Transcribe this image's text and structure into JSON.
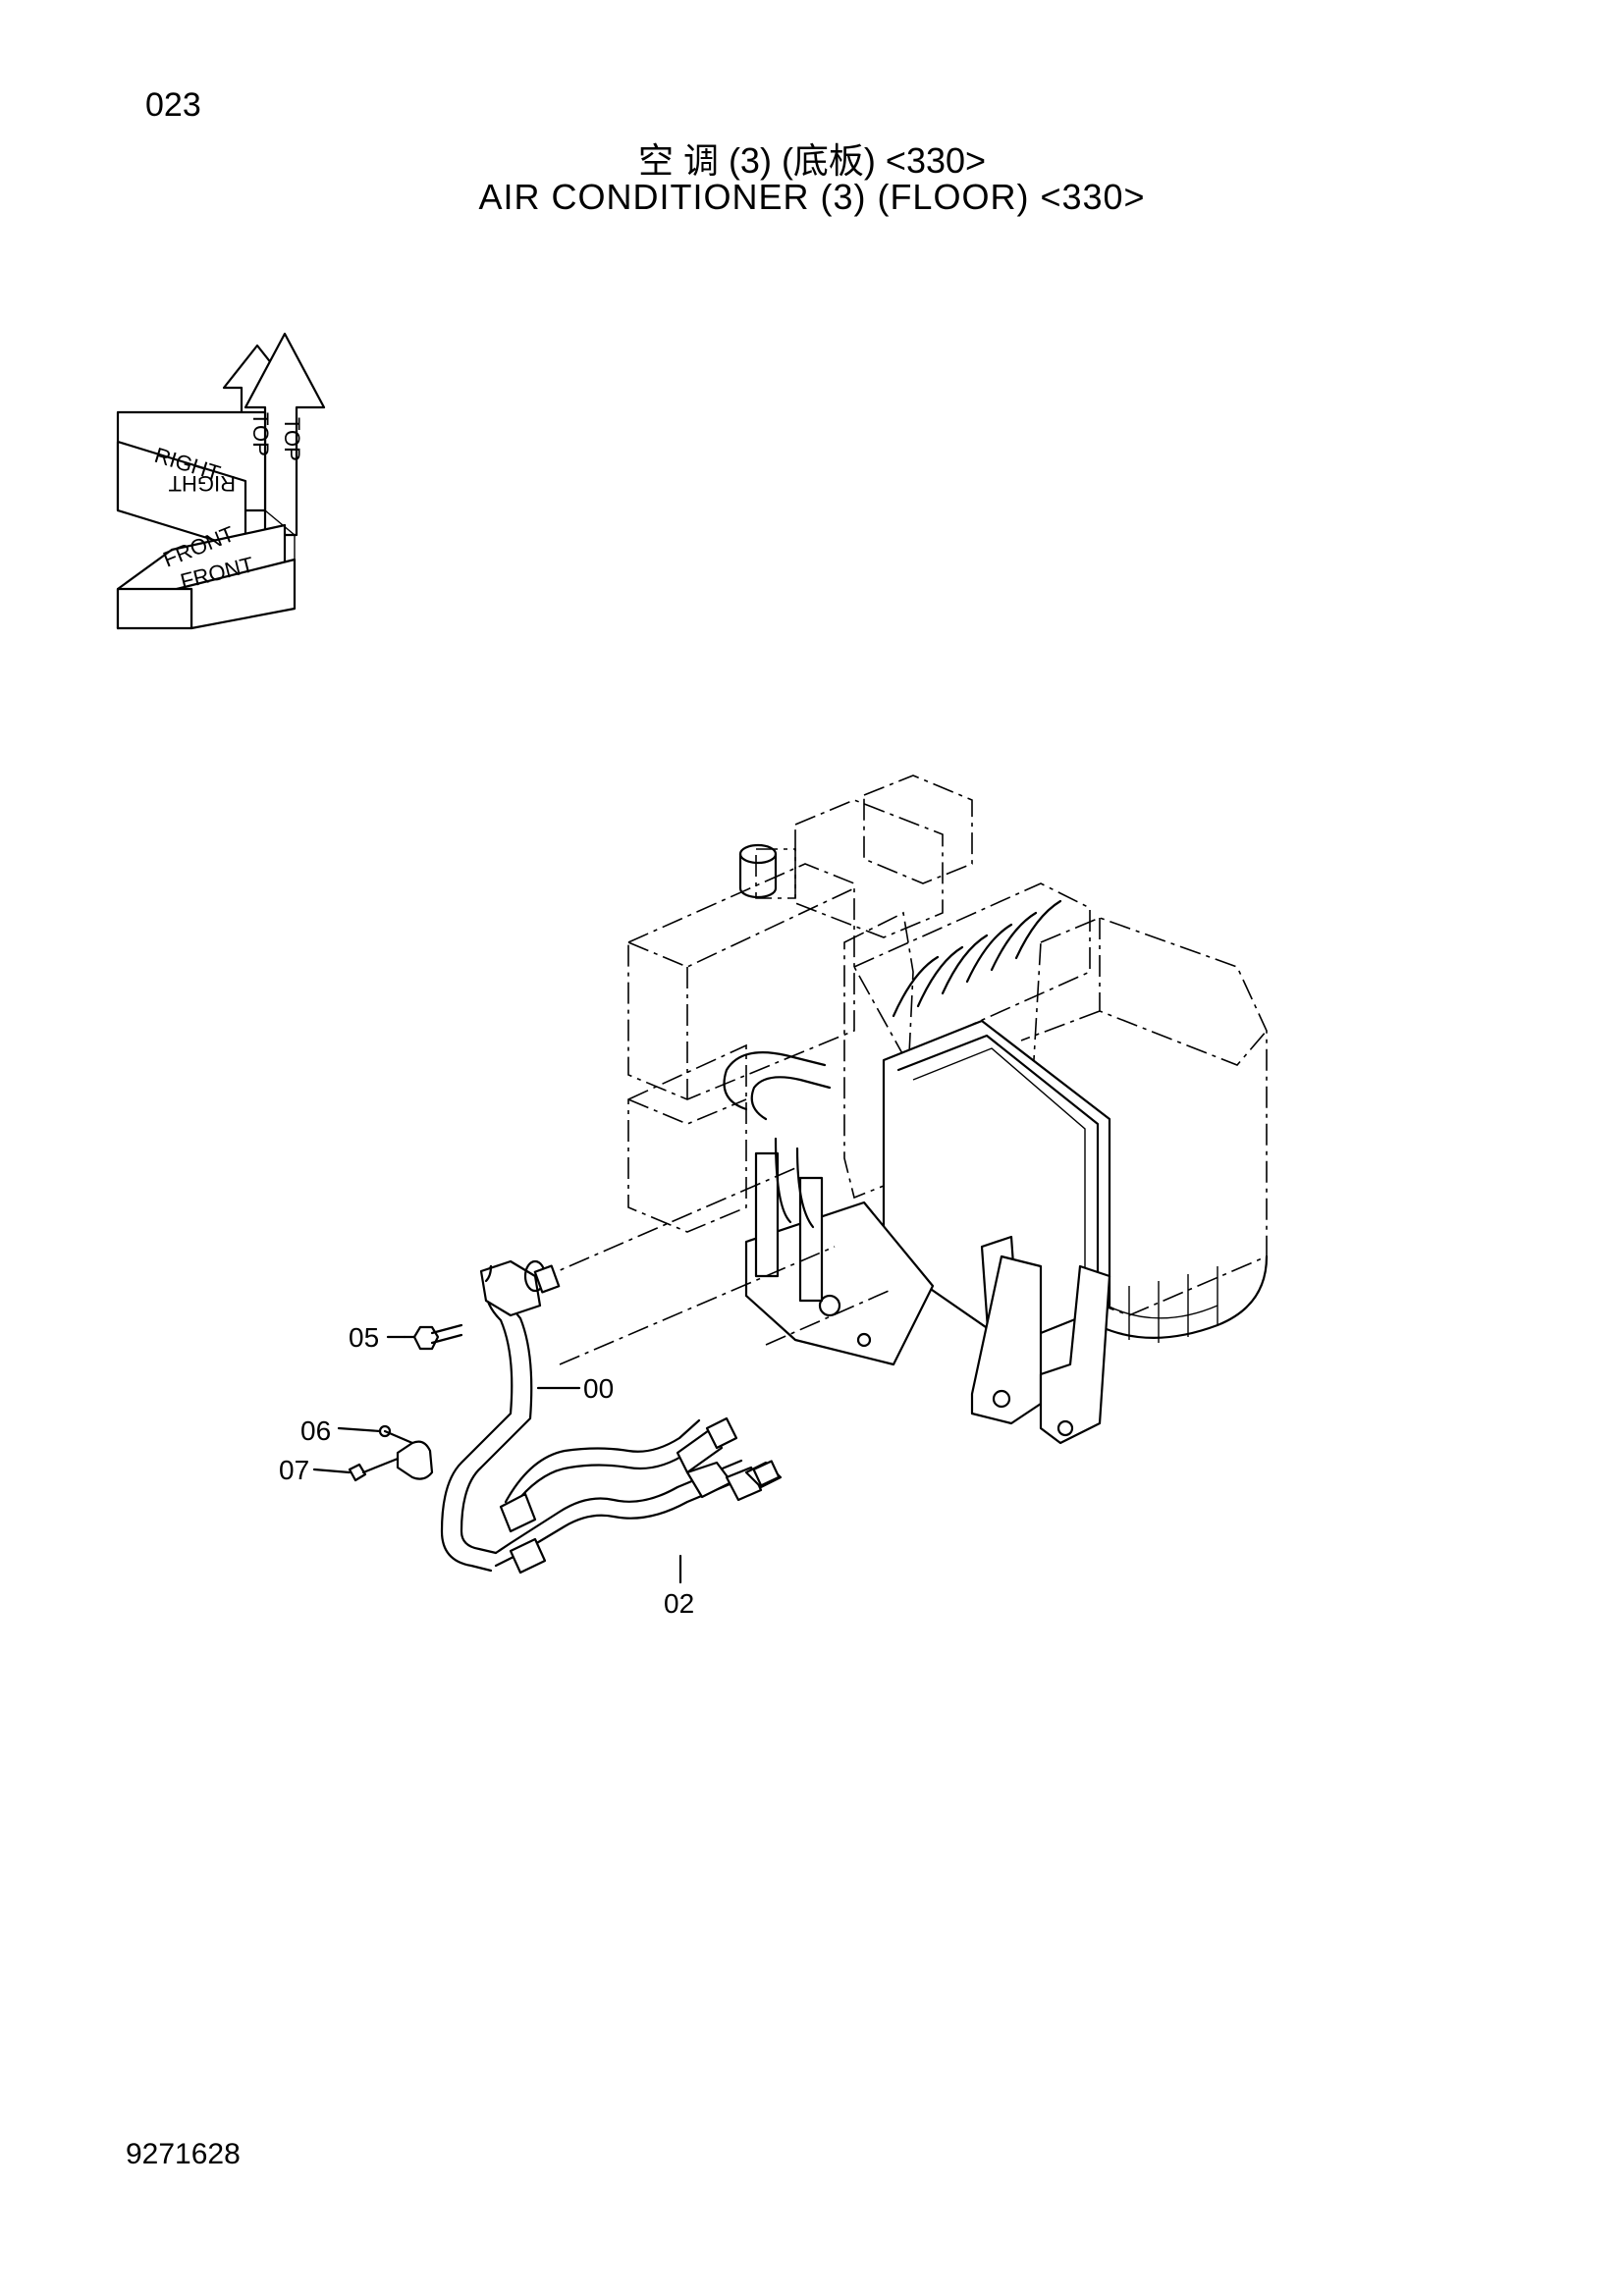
{
  "page": {
    "number": "023",
    "title_cn": "空 调 (3) (底板) <330>",
    "title_en": "AIR  CONDITIONER  (3) (FLOOR) <330>",
    "document_number": "9271628"
  },
  "orientation_indicator": {
    "labels": [
      "TOP",
      "TOP",
      "RIGHT",
      "RIGHT",
      "FRONT",
      "FRONT"
    ]
  },
  "callouts": [
    {
      "id": "05",
      "label": "05"
    },
    {
      "id": "00",
      "label": "00"
    },
    {
      "id": "06",
      "label": "06"
    },
    {
      "id": "07",
      "label": "07"
    },
    {
      "id": "02",
      "label": "02"
    }
  ]
}
